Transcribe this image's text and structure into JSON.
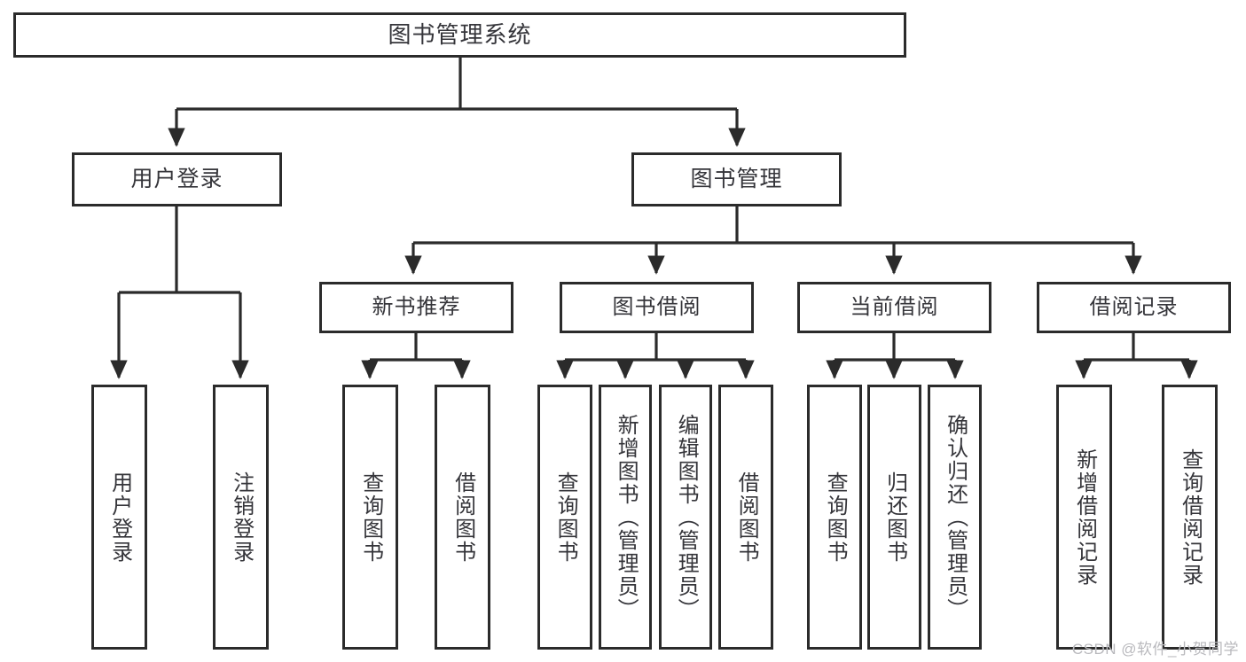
{
  "diagram": {
    "type": "tree",
    "title": "图书管理系统",
    "orientation": "top-down",
    "stroke_color": "#2b2b2b",
    "text_color": "#35353a",
    "background": "#ffffff"
  },
  "nodes": {
    "root": {
      "label": "图书管理系统"
    },
    "tier2": [
      {
        "label": "用户登录"
      },
      {
        "label": "图书管理"
      }
    ],
    "tier3": [
      {
        "label": "新书推荐"
      },
      {
        "label": "图书借阅"
      },
      {
        "label": "当前借阅"
      },
      {
        "label": "借阅记录"
      }
    ],
    "leaves": [
      {
        "label": "用户登录"
      },
      {
        "label": "注销登录"
      },
      {
        "label": "查询图书"
      },
      {
        "label": "借阅图书"
      },
      {
        "label": "查询图书"
      },
      {
        "label": "新增图书（管理员）"
      },
      {
        "label": "编辑图书（管理员）"
      },
      {
        "label": "借阅图书"
      },
      {
        "label": "查询图书"
      },
      {
        "label": "归还图书"
      },
      {
        "label": "确认归还（管理员）"
      },
      {
        "label": "新增借阅记录"
      },
      {
        "label": "查询借阅记录"
      }
    ]
  },
  "watermark": {
    "text": "CSDN @软件_小贺同学"
  }
}
